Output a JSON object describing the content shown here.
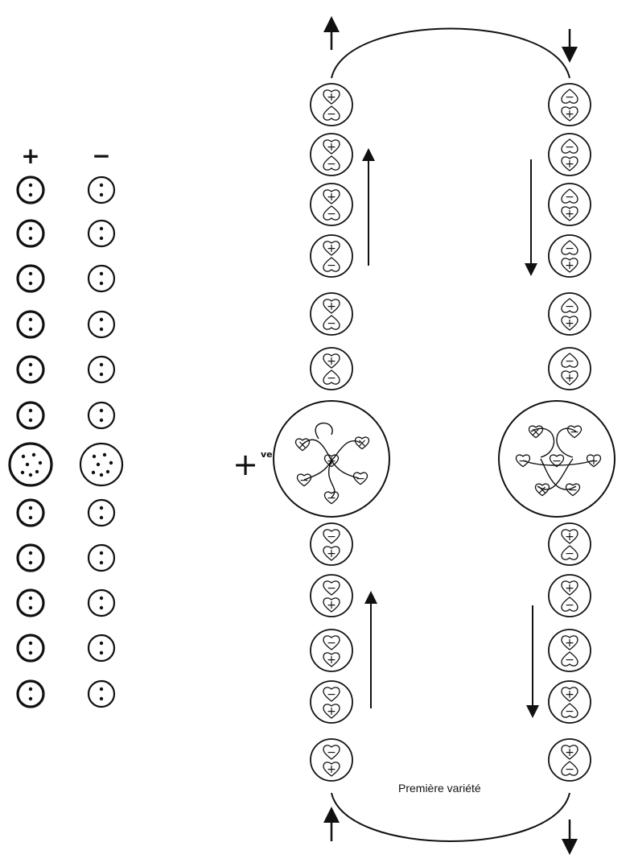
{
  "left_columns": {
    "plus_header": "+",
    "minus_header": "−",
    "rows": [
      {
        "plus_dots": 2,
        "minus_dots": 2
      },
      {
        "plus_dots": 2,
        "minus_dots": 2
      },
      {
        "plus_dots": 2,
        "minus_dots": 2
      },
      {
        "plus_dots": 2,
        "minus_dots": 2
      },
      {
        "plus_dots": 2,
        "minus_dots": 2
      },
      {
        "plus_dots": 2,
        "minus_dots": 2
      },
      {
        "plus_dots": 7,
        "minus_dots": 7
      },
      {
        "plus_dots": 2,
        "minus_dots": 2
      },
      {
        "plus_dots": 2,
        "minus_dots": 2
      },
      {
        "plus_dots": 2,
        "minus_dots": 2
      },
      {
        "plus_dots": 2,
        "minus_dots": 2
      },
      {
        "plus_dots": 2,
        "minus_dots": 2
      }
    ]
  },
  "left_chain": {
    "upper": [
      {
        "top": "+",
        "bottom": "−"
      },
      {
        "top": "+",
        "bottom": "−"
      },
      {
        "top": "+",
        "bottom": "−"
      },
      {
        "top": "+",
        "bottom": "−"
      },
      {
        "top": "+",
        "bottom": "−"
      },
      {
        "top": "+",
        "bottom": "−"
      }
    ],
    "lower": [
      {
        "top": "−",
        "bottom": "+"
      },
      {
        "top": "−",
        "bottom": "+"
      },
      {
        "top": "−",
        "bottom": "+"
      },
      {
        "top": "−",
        "bottom": "+"
      },
      {
        "top": "−",
        "bottom": "+"
      }
    ],
    "center_symbols": [
      "+",
      "×",
      "×",
      "−",
      "−",
      "−"
    ]
  },
  "right_chain": {
    "upper": [
      {
        "top": "−",
        "bottom": "+"
      },
      {
        "top": "−",
        "bottom": "+"
      },
      {
        "top": "−",
        "bottom": "+"
      },
      {
        "top": "−",
        "bottom": "+"
      },
      {
        "top": "−",
        "bottom": "+"
      },
      {
        "top": "−",
        "bottom": "+"
      }
    ],
    "lower": [
      {
        "top": "+",
        "bottom": "−"
      },
      {
        "top": "+",
        "bottom": "−"
      },
      {
        "top": "+",
        "bottom": "−"
      },
      {
        "top": "+",
        "bottom": "−"
      },
      {
        "top": "+",
        "bottom": "−"
      }
    ],
    "center_symbols": [
      "×",
      "−",
      "−",
      "−",
      "+",
      "×",
      "−"
    ]
  },
  "charge_label": {
    "sign": "+",
    "superscript": "ve"
  },
  "caption": "Première variété"
}
